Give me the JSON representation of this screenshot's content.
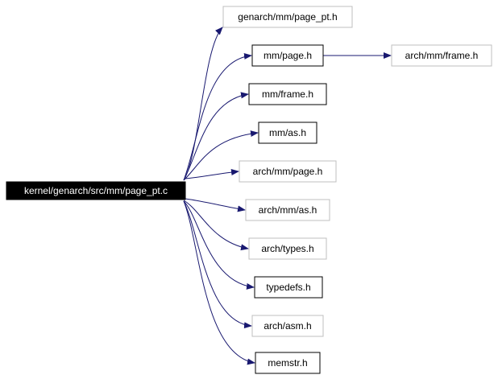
{
  "graph": {
    "root": {
      "label": "kernel/genarch/src/mm/page_pt.c"
    },
    "nodes": [
      {
        "id": "genarch_page_pt",
        "label": "genarch/mm/page_pt.h",
        "style": "grey"
      },
      {
        "id": "mm_page",
        "label": "mm/page.h",
        "style": "black"
      },
      {
        "id": "mm_frame",
        "label": "mm/frame.h",
        "style": "black"
      },
      {
        "id": "mm_as",
        "label": "mm/as.h",
        "style": "black"
      },
      {
        "id": "arch_mm_page",
        "label": "arch/mm/page.h",
        "style": "grey"
      },
      {
        "id": "arch_mm_as",
        "label": "arch/mm/as.h",
        "style": "grey"
      },
      {
        "id": "arch_types",
        "label": "arch/types.h",
        "style": "grey"
      },
      {
        "id": "typedefs",
        "label": "typedefs.h",
        "style": "black"
      },
      {
        "id": "arch_asm",
        "label": "arch/asm.h",
        "style": "grey"
      },
      {
        "id": "memstr",
        "label": "memstr.h",
        "style": "black"
      },
      {
        "id": "arch_mm_frame",
        "label": "arch/mm/frame.h",
        "style": "grey"
      }
    ],
    "edges": [
      {
        "from": "root",
        "to": "genarch_page_pt"
      },
      {
        "from": "root",
        "to": "mm_page"
      },
      {
        "from": "root",
        "to": "mm_frame"
      },
      {
        "from": "root",
        "to": "mm_as"
      },
      {
        "from": "root",
        "to": "arch_mm_page"
      },
      {
        "from": "root",
        "to": "arch_mm_as"
      },
      {
        "from": "root",
        "to": "arch_types"
      },
      {
        "from": "root",
        "to": "typedefs"
      },
      {
        "from": "root",
        "to": "arch_asm"
      },
      {
        "from": "root",
        "to": "memstr"
      },
      {
        "from": "mm_page",
        "to": "arch_mm_frame"
      }
    ],
    "colors": {
      "edge": "#191970",
      "root_fill": "#000000",
      "root_text": "#ffffff",
      "black_border": "#000000",
      "grey_border": "#bfbfbf",
      "text": "#000000"
    }
  }
}
